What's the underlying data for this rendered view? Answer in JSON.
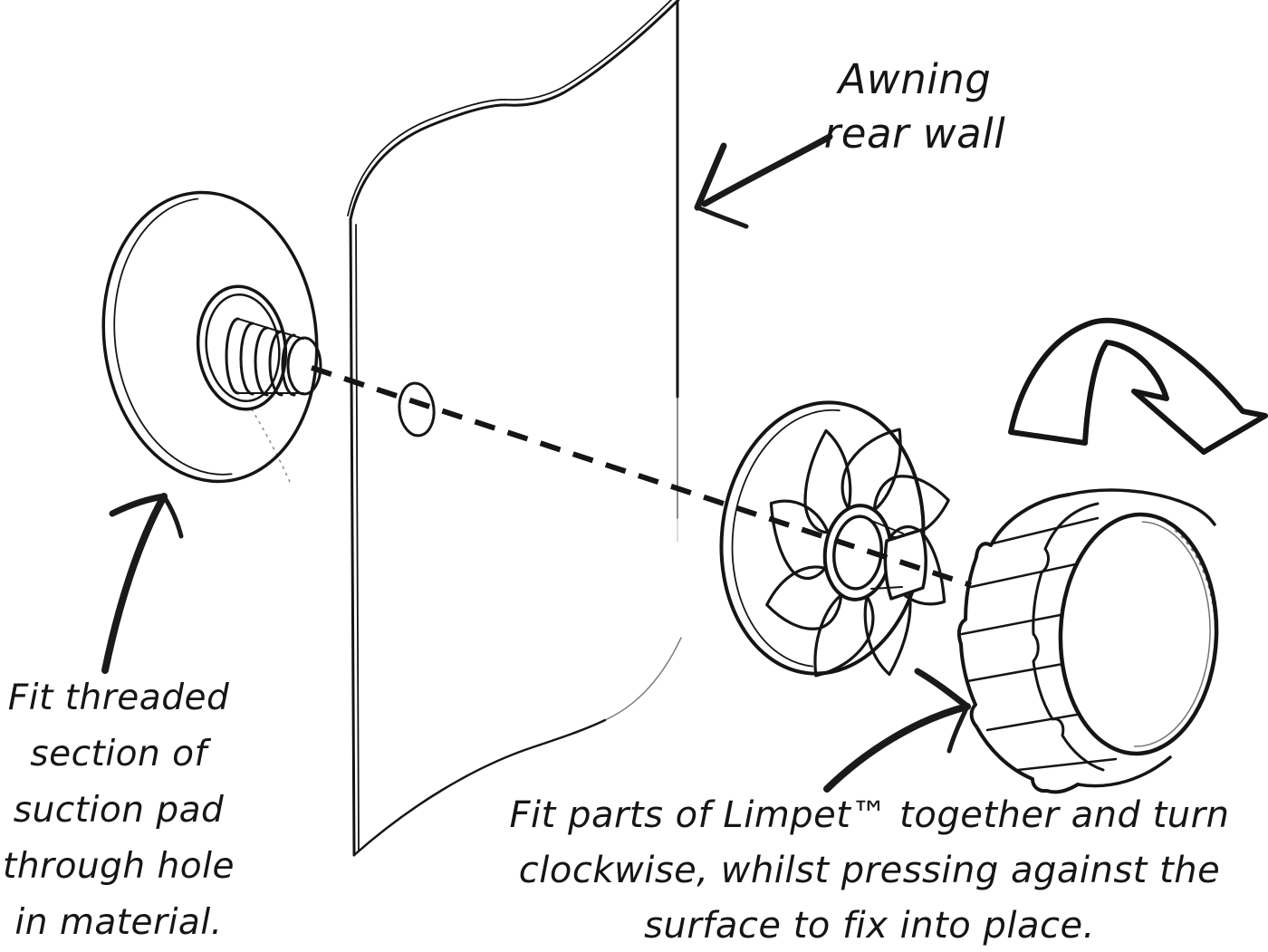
{
  "figure": {
    "background": "#ffffff",
    "ink_color": "#151515",
    "style": "black-and-white instructional line drawing",
    "parts": [
      "suction-pad",
      "threaded-section",
      "awning-rear-wall",
      "wall-hole",
      "assembly-axis",
      "limpet-washer",
      "limpet-knob",
      "clockwise-rotation-arrow"
    ]
  },
  "annotations": {
    "awning_wall_label": "Awning\nrear wall",
    "suction_pad_instruction": "Fit threaded\nsection of\nsuction pad\nthrough hole\nin material.",
    "limpet_instruction": "Fit parts of Limpet™ together and turn\nclockwise, whilst pressing against the\nsurface to fix into place."
  }
}
